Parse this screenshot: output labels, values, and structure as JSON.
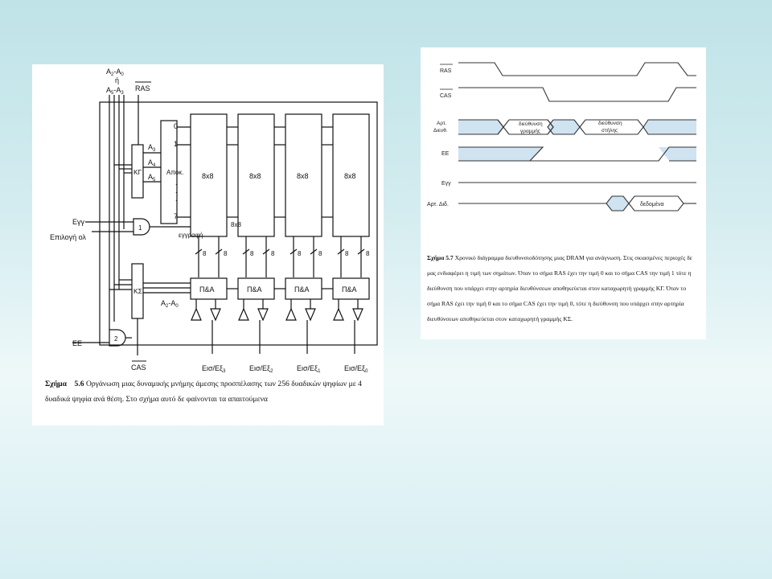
{
  "memory_organization": {
    "address_top": "A",
    "addr_sub_2": "2",
    "addr_dash": "-A",
    "addr_sub_0": "0",
    "addr_or": "ή",
    "addr_bottom": "A",
    "addr_sub_5": "5",
    "addr_dash2": "-A",
    "addr_sub_3": "3",
    "ras": "RAS",
    "kg": "ΚΓ",
    "a3": "A",
    "a3_sub": "3",
    "a4": "A",
    "a4_sub": "4",
    "a5": "A",
    "a5_sub": "5",
    "decoder_label": "Αποκ.",
    "row_0": "0",
    "row_1": "1",
    "row_7": "7",
    "dots": ".",
    "arrays": [
      "8x8",
      "8x8",
      "8x8",
      "8x8"
    ],
    "array_8x8_small": "8x8",
    "write_enable": "Εγγ",
    "chip_select": "Επιλογή ολ",
    "gate_1": "1",
    "write_label": "εγγραφή",
    "bus_8": "8",
    "ks": "ΚΣ",
    "pa_blocks": [
      "Π&A",
      "Π&A",
      "Π&A",
      "Π&A"
    ],
    "a2a0": "A",
    "a2a0_sub2": "2",
    "a2a0_dash": "-A",
    "a2a0_sub0": "0",
    "gate_2": "2",
    "ee": "ΕΕ",
    "cas": "CAS",
    "io_prefix": "Εισ/Εξ",
    "io_subs": [
      "3",
      "2",
      "1",
      "0"
    ]
  },
  "left_caption": {
    "fig_label": "Σχήμα",
    "fig_number": "5.6",
    "text": "Οργάνωση μιας δυναμικής μνήμης άμεσης προσπέλασης των 256 δυαδικών ψηφίων με 4 δυαδικά ψηφία ανά θέση. Στο σχήμα αυτό δε φαίνονται τα απαιτούμενα"
  },
  "timing": {
    "ras": "RAS",
    "cas": "CAS",
    "addr_line1": "Αρτ.",
    "addr_line2": "Διευθ.",
    "row_addr_1": "διεύθυνση",
    "row_addr_2": "γραμμής",
    "col_addr_1": "διεύθυνση",
    "col_addr_2": "στήλης",
    "ee": "ΕΕ",
    "write": "Εγγ",
    "data_bus": "Αρτ. Διδ.",
    "data": "δεδομένα"
  },
  "right_caption": {
    "fig_label": "Σχήμα",
    "fig_number": "5.7",
    "text": "Χρονικό διάγραμμα διευθυνσιοδότησης μιας DRAM για ανάγνωση. Στις σκιασμένες περιοχές δε μας ενδιαφέρει η τιμή των σημάτων. Όταν το σήμα RAS έχει την τιμή 0 και το σήμα CAS την τιμή 1 τότε η διεύθυνση που υπάρχει στην αρτηρία διευθύνσεων αποθηκεύεται στον καταχωρητή γραμμής ΚΓ. Όταν το σήμα RAS έχει την τιμή 0 και το σήμα CAS έχει την τιμή 0, τότε η διεύθυνση που υπάρχει στην αρτηρία διευθύνσεων αποθηκεύεται στον καταχωρητή γραμμής ΚΣ."
  }
}
